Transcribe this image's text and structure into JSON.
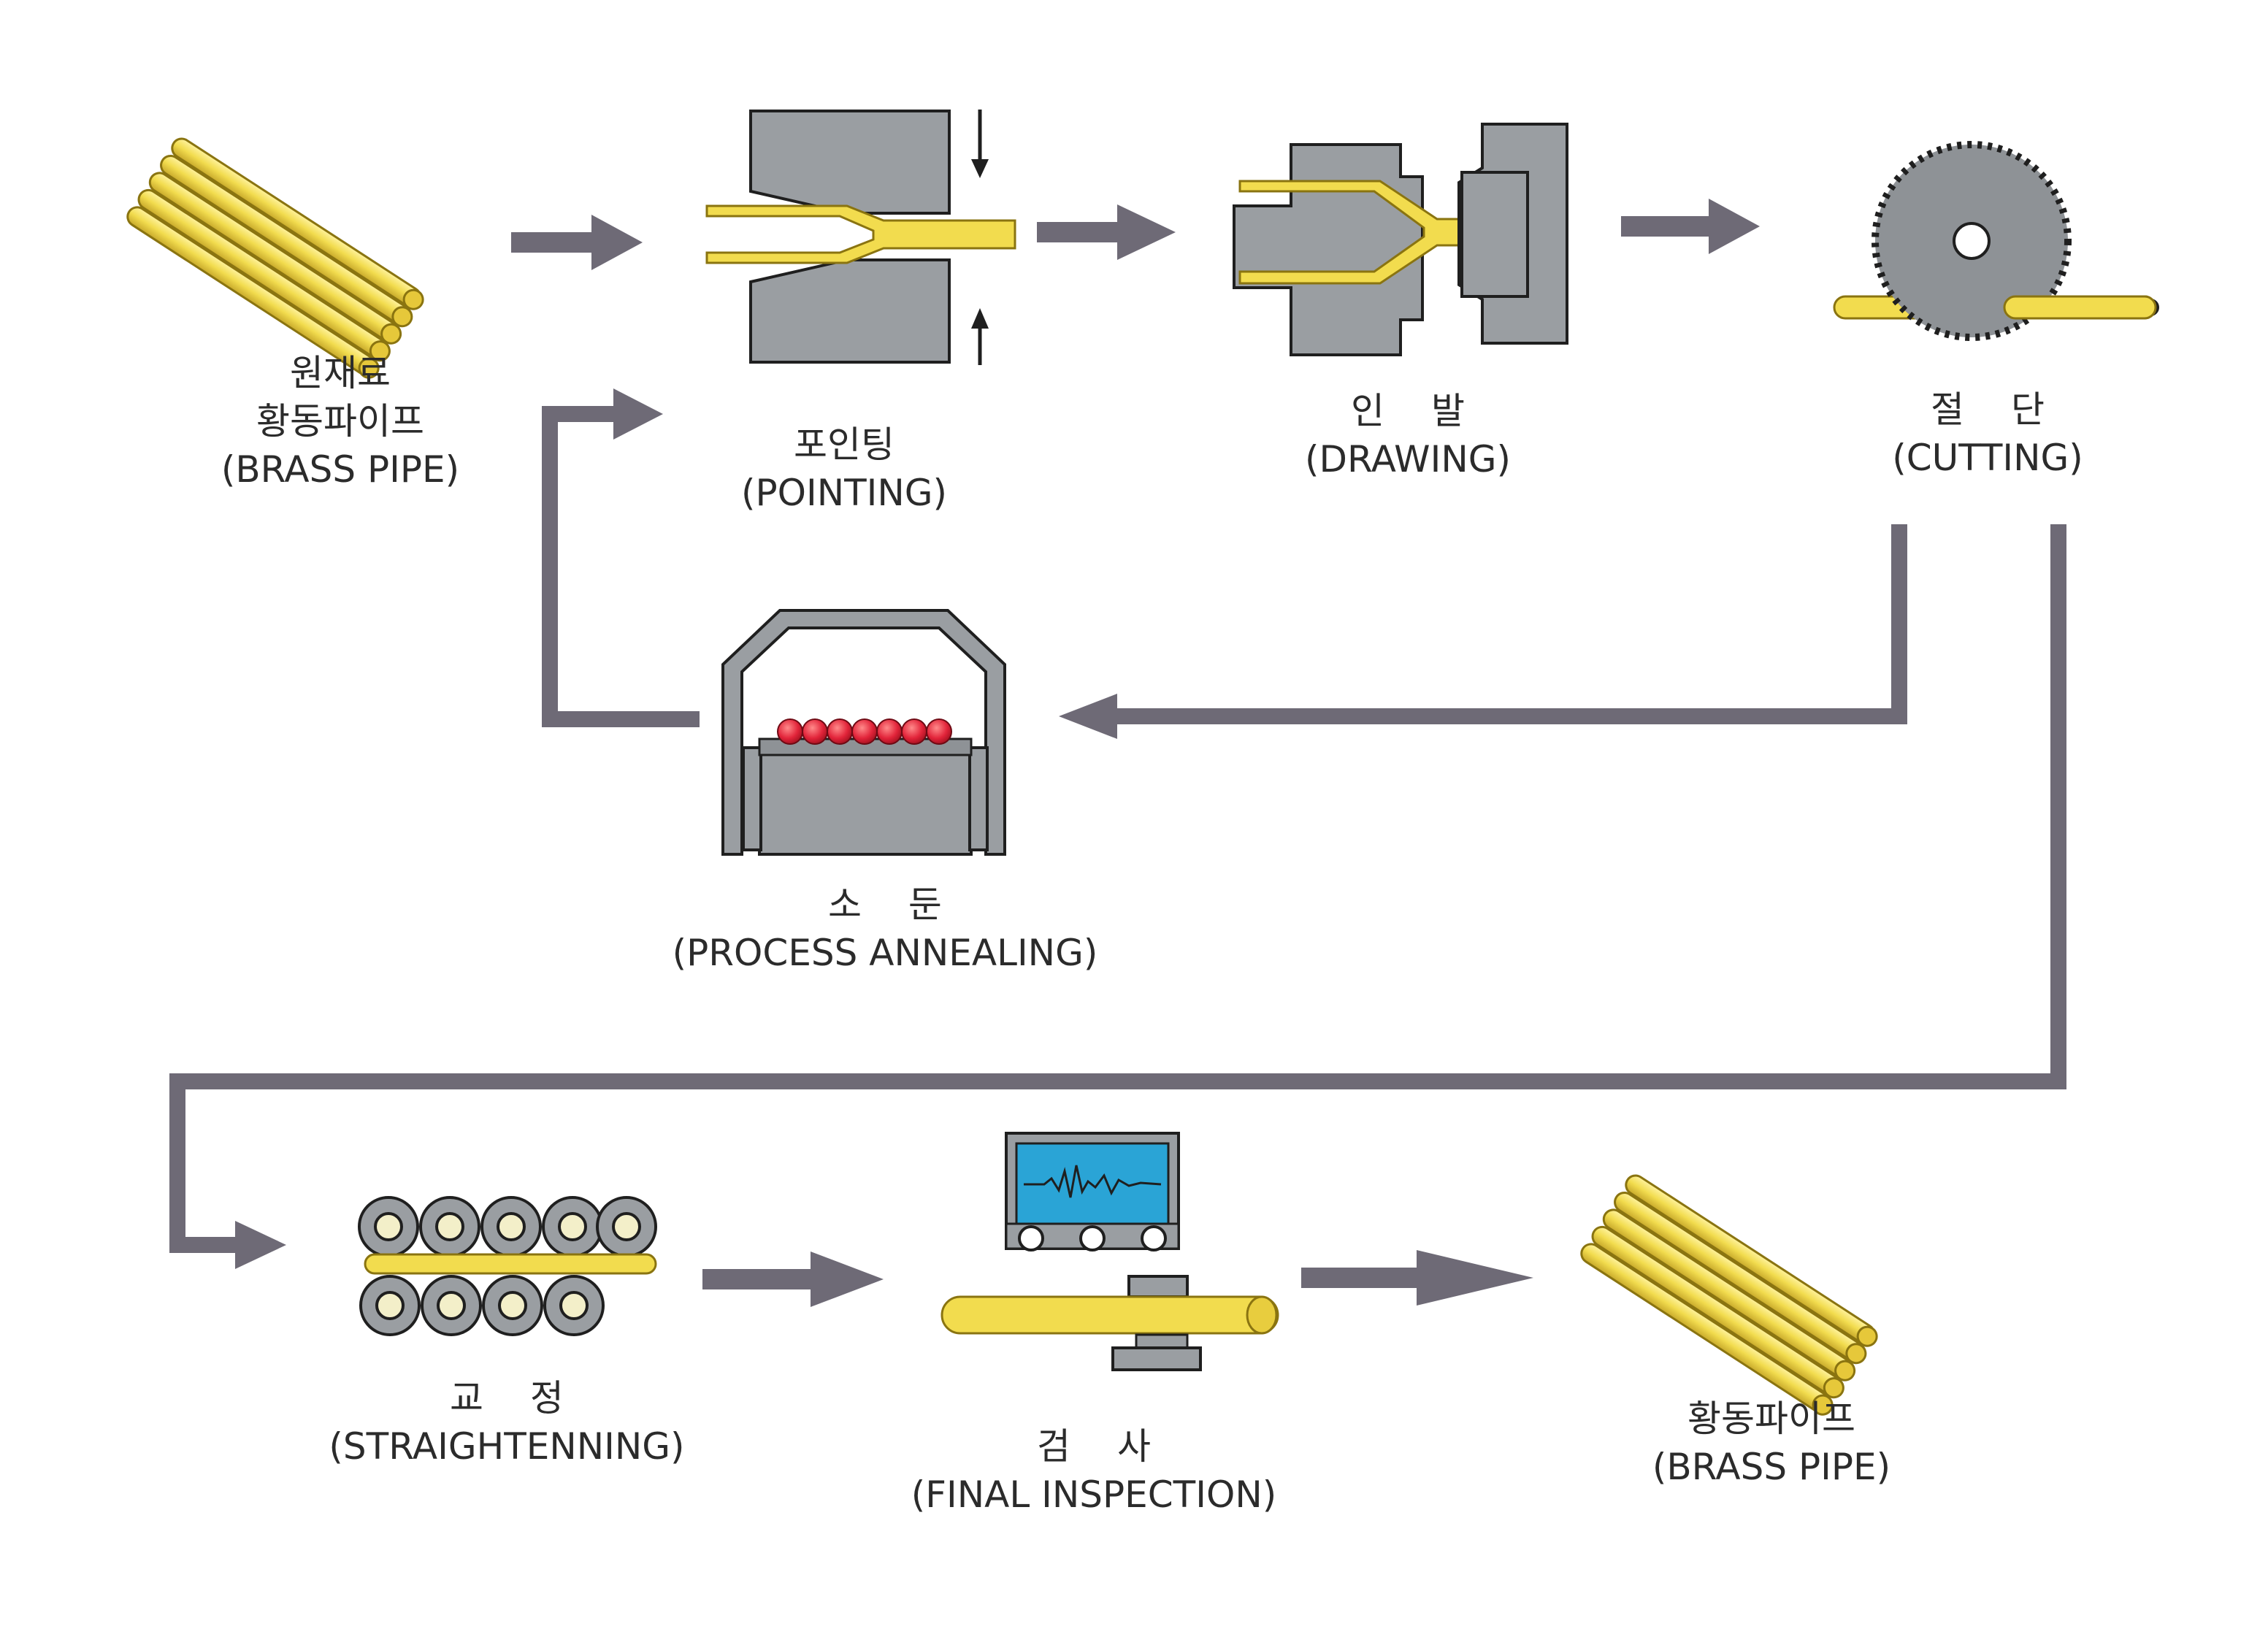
{
  "colors": {
    "arrow": "#6e6a76",
    "machine_gray": "#9a9ea2",
    "outline": "#1f1f1f",
    "brass": "#f2dc4e",
    "brass_dark": "#b89a1c",
    "hot_ball": "#e2243a",
    "screen": "#2aa4d6",
    "roller_core": "#f3efc9"
  },
  "steps": {
    "raw_material": {
      "line1": "원재료",
      "line2": "황동파이프",
      "line3": "(BRASS PIPE)"
    },
    "pointing": {
      "line1": "포인팅",
      "line2": "(POINTING)"
    },
    "drawing": {
      "line1": "인 발",
      "line2": "(DRAWING)"
    },
    "cutting": {
      "line1": "절 단",
      "line2": "(CUTTING)"
    },
    "annealing": {
      "line1": "소 둔",
      "line2": "(PROCESS ANNEALING)"
    },
    "straightening": {
      "line1": "교 정",
      "line2": "(STRAIGHTENNING)"
    },
    "inspection": {
      "line1": "검 사",
      "line2": "(FINAL INSPECTION)"
    },
    "final_product": {
      "line1": "황동파이프",
      "line2": "(BRASS PIPE)"
    }
  }
}
